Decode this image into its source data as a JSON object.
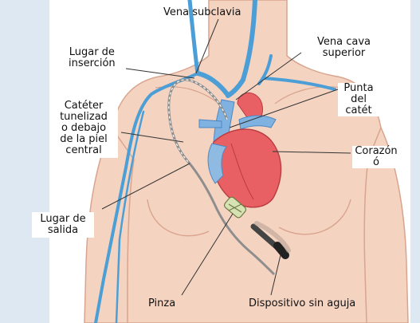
{
  "labels": {
    "subclavian_vein": "Vena subclavia",
    "insertion_site_1": "Lugar de",
    "insertion_site_2": "inserción",
    "superior_vena_cava_1": "Vena cava",
    "superior_vena_cava_2": "superior",
    "catheter_tip_1": "Punta",
    "catheter_tip_2": "del",
    "catheter_tip_3": "catét",
    "tunneled_catheter_1": "Catéter",
    "tunneled_catheter_2": "tunelizad",
    "tunneled_catheter_3": "o debajo",
    "tunneled_catheter_4": "de la piel",
    "tunneled_catheter_5": "central",
    "heart_1": "Corazón",
    "heart_2": "ó",
    "exit_site_1": "Lugar de",
    "exit_site_2": "salida",
    "clamp": "Pinza",
    "needleless_device": "Dispositivo sin aguja"
  },
  "colors": {
    "skin": "#f5d3c1",
    "skin_outline": "#d9a48e",
    "vein": "#4b9fd6",
    "heart": "#e86063",
    "heart_vessels": "#7fb2e0",
    "background": "#dde8f3"
  }
}
